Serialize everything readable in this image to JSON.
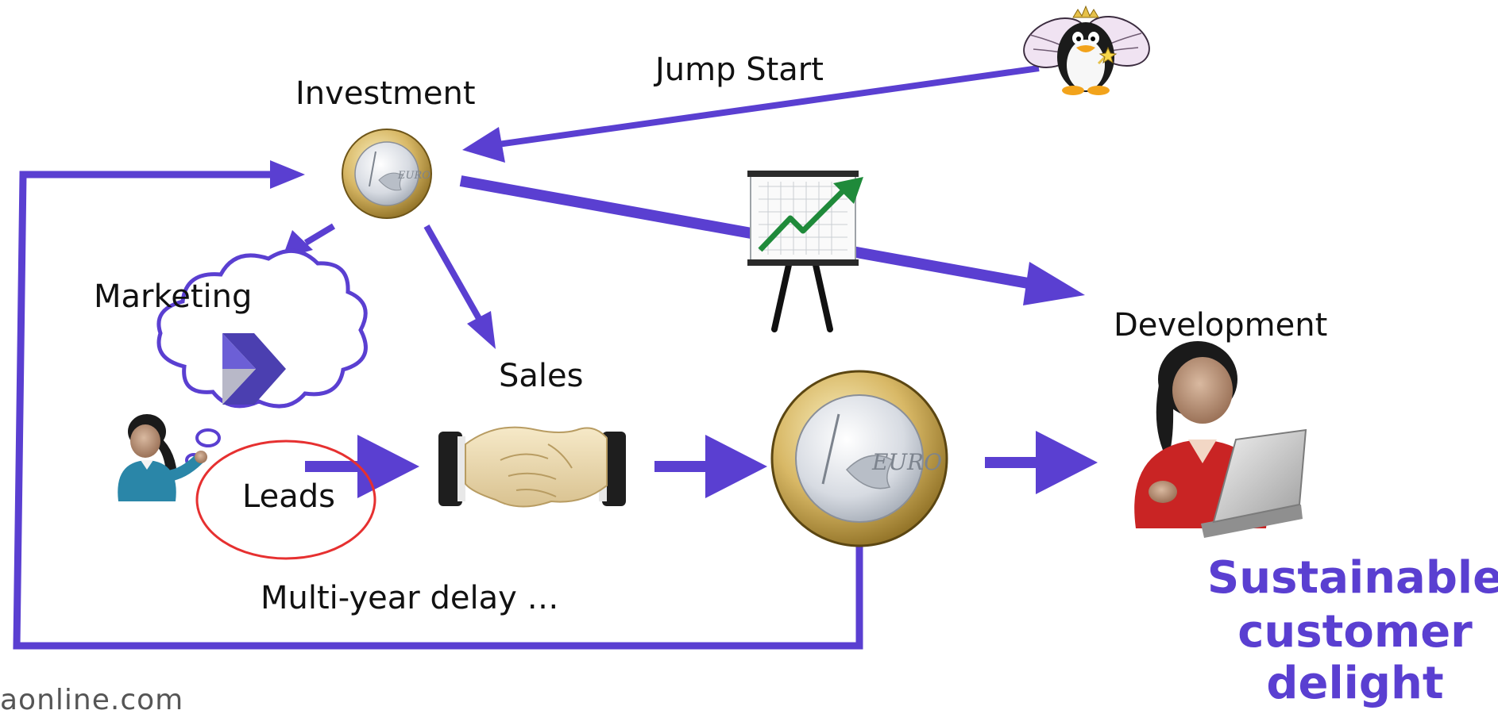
{
  "colors": {
    "arrow": "#5a3fd1",
    "leads_circle": "#e63030",
    "tagline": "#5a3fd1"
  },
  "labels": {
    "investment": "Investment",
    "jump_start": "Jump Start",
    "marketing": "Marketing",
    "sales": "Sales",
    "development": "Development",
    "leads": "Leads",
    "delay": "Multi-year delay …",
    "tagline_line1": "Sustainable",
    "tagline_line2": "customer",
    "tagline_line3": "delight",
    "footer": "aonline.com"
  },
  "icons": {
    "investment": "euro-coin-icon",
    "revenue": "euro-coin-icon",
    "sales": "handshake-icon",
    "marketing_person": "person-icon",
    "marketing_thought": "thought-bubble-icon",
    "marketing_logo": "logo-icon",
    "growth_chart": "growth-chart-icon",
    "fairy_penguin": "fairy-penguin-icon",
    "developer": "developer-laptop-icon"
  }
}
